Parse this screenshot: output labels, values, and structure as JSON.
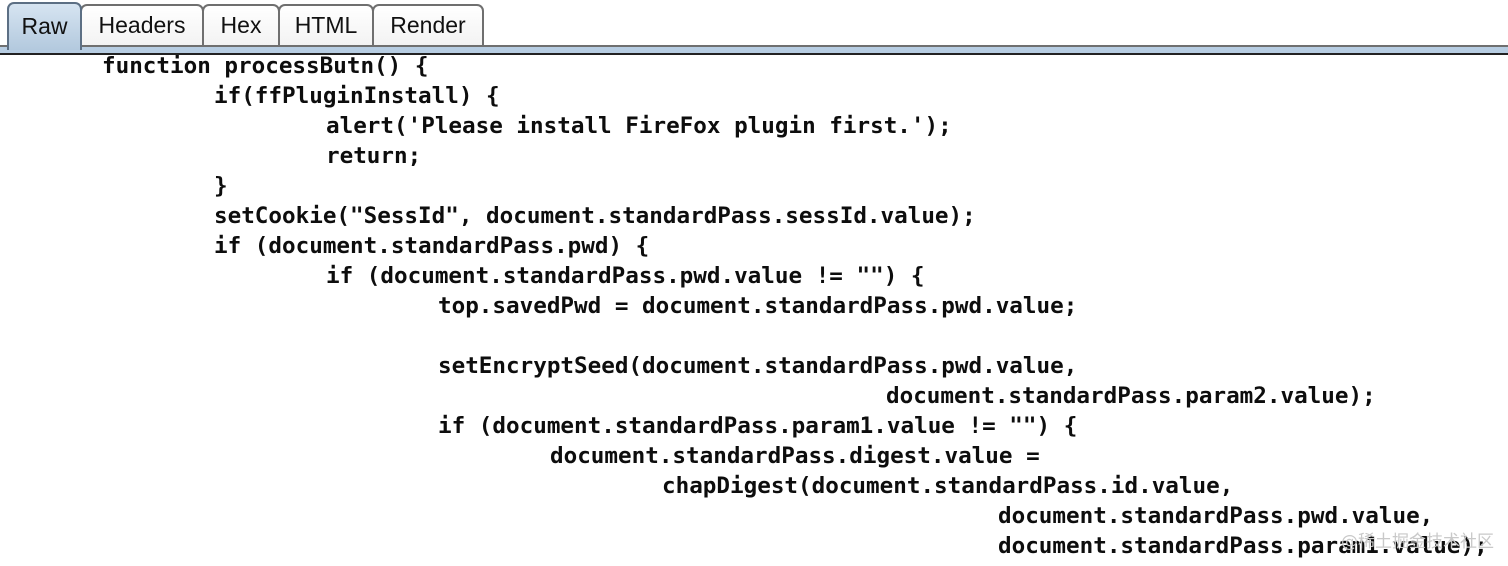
{
  "tabs": [
    {
      "label": "Raw",
      "active": true
    },
    {
      "label": "Headers",
      "active": false
    },
    {
      "label": "Hex",
      "active": false
    },
    {
      "label": "HTML",
      "active": false
    },
    {
      "label": "Render",
      "active": false
    }
  ],
  "code_lines": [
    "function processButn() {",
    "if(ffPluginInstall) {",
    "alert('Please install FireFox plugin first.');",
    "return;",
    "}",
    "setCookie(\"SessId\", document.standardPass.sessId.value);",
    "if (document.standardPass.pwd) {",
    "if (document.standardPass.pwd.value != \"\") {",
    "top.savedPwd = document.standardPass.pwd.value;",
    "",
    "setEncryptSeed(document.standardPass.pwd.value,",
    "document.standardPass.param2.value);",
    "if (document.standardPass.param1.value != \"\") {",
    "document.standardPass.digest.value =",
    "chapDigest(document.standardPass.id.value,",
    "document.standardPass.pwd.value,",
    "document.standardPass.param1.value);"
  ],
  "watermark": "@稀土掘金技术社区",
  "colors": {
    "active_tab": "#c3d6e9",
    "tab_border": "#6f6f6f",
    "code_text": "#0d0d0d",
    "background": "#ffffff"
  }
}
